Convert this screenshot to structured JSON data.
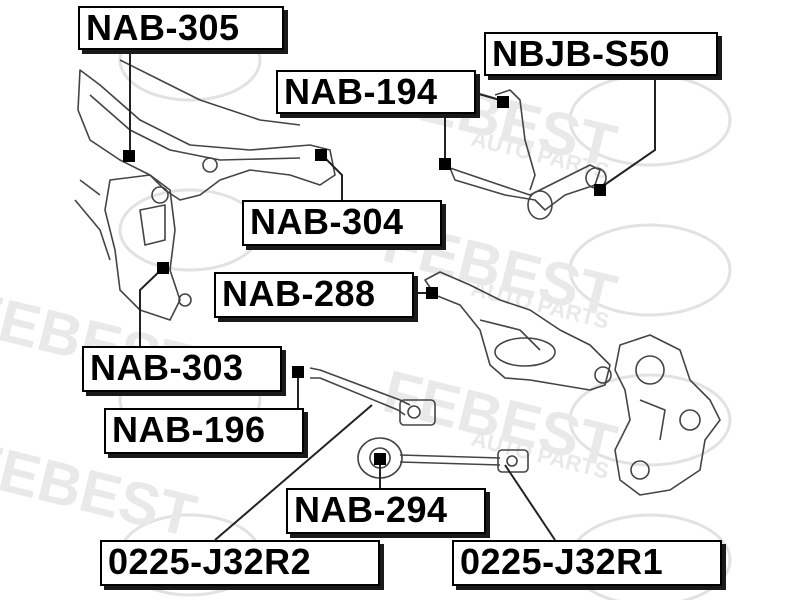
{
  "watermark": {
    "brand": "FEBEST",
    "sub": "AUTO PARTS"
  },
  "parts": {
    "nab_305": "NAB-305",
    "nbjb_s50": "NBJB-S50",
    "nab_194": "NAB-194",
    "nab_304": "NAB-304",
    "nab_288": "NAB-288",
    "nab_303": "NAB-303",
    "nab_196": "NAB-196",
    "nab_294": "NAB-294",
    "j32r2": "0225-J32R2",
    "j32r1": "0225-J32R1"
  },
  "colors": {
    "ink": "#000000",
    "watermark": "#e6e6e6",
    "line": "#333333"
  }
}
